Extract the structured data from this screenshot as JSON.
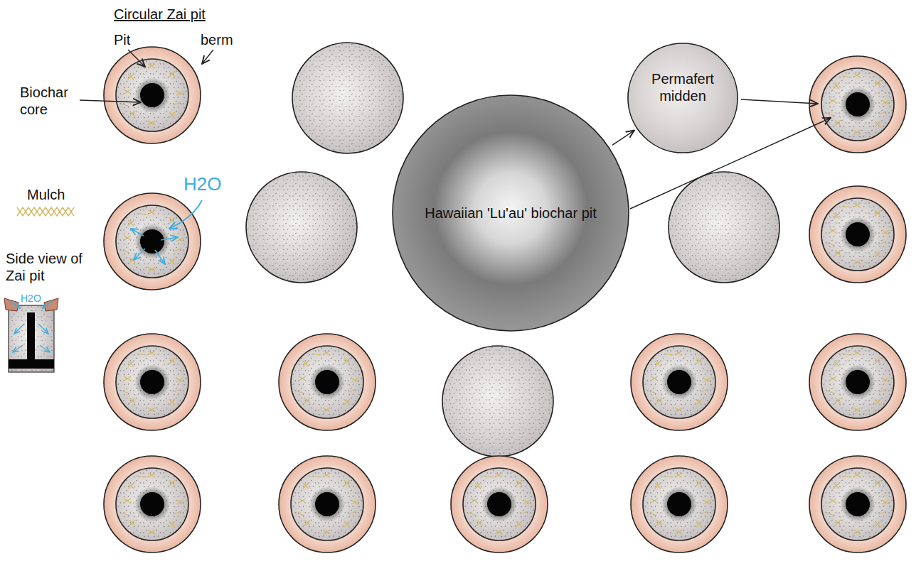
{
  "diagram": {
    "nodes": [
      {
        "text": [
          "Hawaiian 'Lu'au' biochar pit"
        ]
      },
      {
        "text": [
          "Permafert midden"
        ]
      }
    ],
    "edges": [
      {
        "from": 0,
        "to": 1,
        "arrow": "to"
      }
    ],
    "labels": [
      "Circular Zai pit",
      "Pit",
      "berm",
      "Biochar core",
      "Mulch",
      "H2O",
      "Side view of Zai pit",
      "H2O"
    ]
  }
}
